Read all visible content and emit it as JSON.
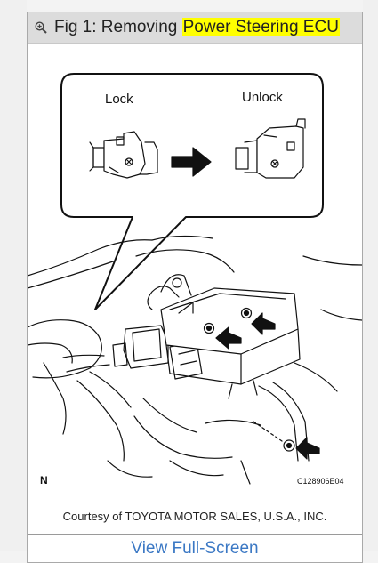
{
  "figure": {
    "title_prefix": "Fig 1: Removing ",
    "title_highlight": "Power Steering ECU",
    "zoom_icon": "zoom-in-icon",
    "highlight_color": "#ffff00"
  },
  "diagram": {
    "lock_label": "Lock",
    "unlock_label": "Unlock",
    "n_label": "N",
    "code_label": "C128906E04"
  },
  "footer": {
    "courtesy": "Courtesy of TOYOTA MOTOR SALES, U.S.A., INC.",
    "view_fullscreen": "View Full-Screen",
    "link_color": "#3b78c4"
  }
}
